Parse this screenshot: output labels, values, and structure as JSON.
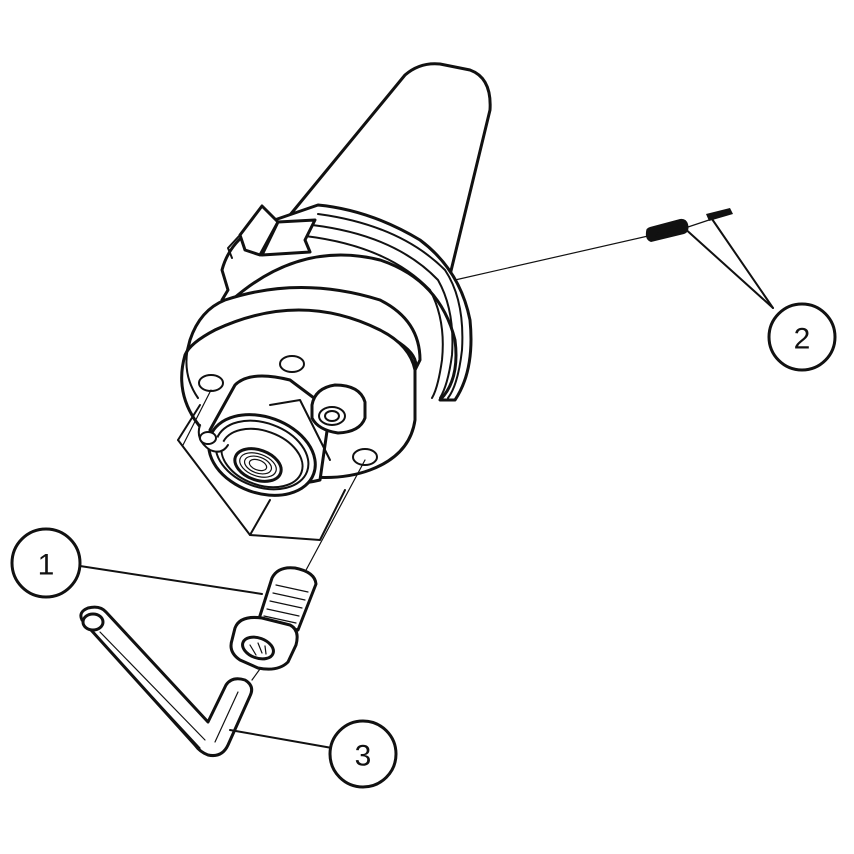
{
  "diagram": {
    "type": "exploded-assembly-view",
    "subject": "taper tool holder with flange adapter",
    "line_color": "#111111",
    "background_color": "#ffffff"
  },
  "callouts": [
    {
      "id": "1",
      "label": "1",
      "part": "socket-head-cap-screw"
    },
    {
      "id": "2",
      "label": "2",
      "part": "set-screws"
    },
    {
      "id": "3",
      "label": "3",
      "part": "hex-key"
    }
  ]
}
